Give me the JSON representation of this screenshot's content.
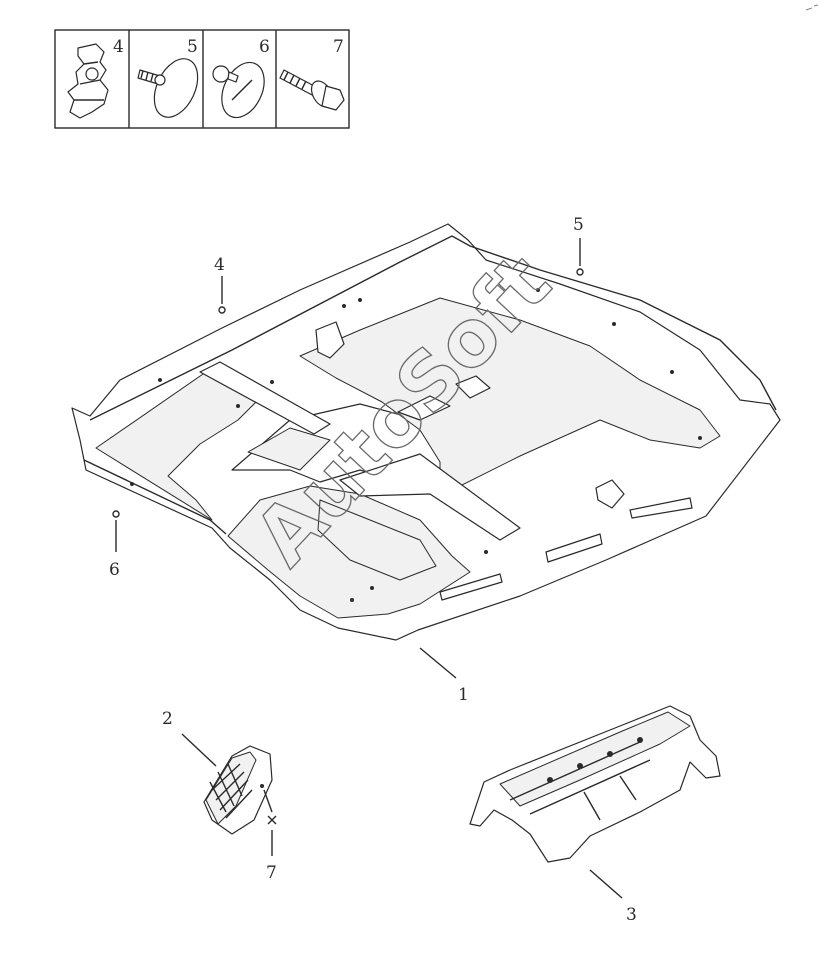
{
  "legend": {
    "cells": [
      {
        "number": "4",
        "icon": "clip-fastener-icon"
      },
      {
        "number": "5",
        "icon": "push-rivet-disc-icon"
      },
      {
        "number": "6",
        "icon": "screw-disc-icon"
      },
      {
        "number": "7",
        "icon": "bolt-icon"
      }
    ]
  },
  "callouts": {
    "c1": "1",
    "c2": "2",
    "c3": "3",
    "c4": "4",
    "c5": "5",
    "c6": "6",
    "c7": "7"
  },
  "watermark": "AutoSoft"
}
